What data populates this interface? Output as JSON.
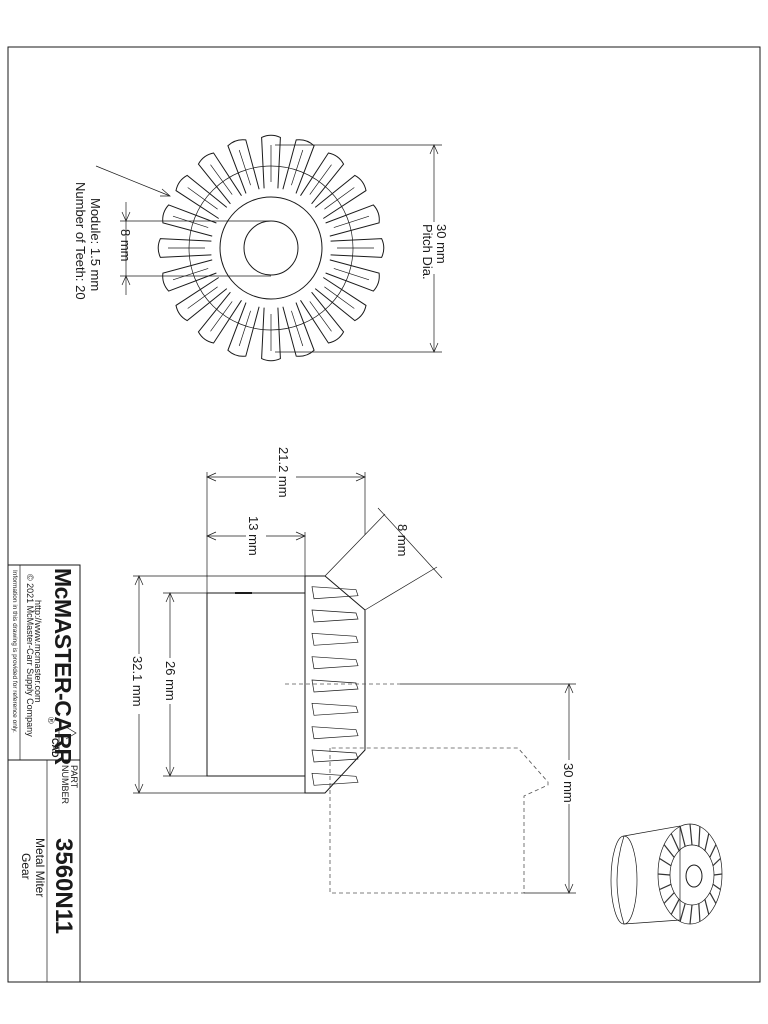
{
  "title_block": {
    "company": "McMASTER-CARR",
    "registered": "®",
    "website": "http://www.mcmaster.com",
    "copyright": "© 2021 McMaster-Carr Supply Company",
    "disclaimer": "Information in this drawing is provided for reference only.",
    "cad_badge": "CAD",
    "part_label_1": "PART",
    "part_label_2": "NUMBER",
    "part_number": "3560N11",
    "description_1": "Metal Miter",
    "description_2": "Gear"
  },
  "top_view": {
    "pitch_dia_value": "30 mm",
    "pitch_dia_label": "Pitch Dia.",
    "bore": "8 mm",
    "module": "Module: 1.5 mm",
    "teeth": "Number of Teeth: 20"
  },
  "side_view": {
    "overall_length": "21.2 mm",
    "hub_length": "13 mm",
    "face_width": "8 mm",
    "outer_dia": "32.1 mm",
    "hub_dia": "26 mm",
    "mounting_distance": "30 mm"
  }
}
